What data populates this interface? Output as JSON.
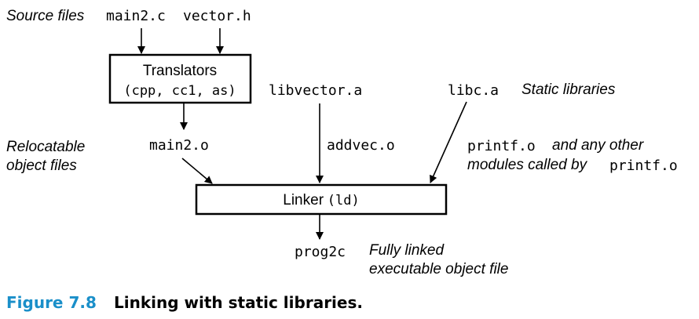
{
  "labels": {
    "source_files": "Source files",
    "relocatable_line1": "Relocatable",
    "relocatable_line2": "object files",
    "static_libraries": "Static libraries",
    "fully_linked_line1": "Fully linked",
    "fully_linked_line2": "executable object file",
    "and_any_other": "and any other",
    "modules_called_by": "modules called by"
  },
  "files": {
    "main2_c": "main2.c",
    "vector_h": "vector.h",
    "main2_o": "main2.o",
    "libvector_a": "libvector.a",
    "addvec_o": "addvec.o",
    "libc_a": "libc.a",
    "printf_o": "printf.o",
    "printf_o_ref": "printf.o",
    "prog2c": "prog2c"
  },
  "boxes": {
    "translators_title": "Translators",
    "translators_tools": "(cpp, cc1, as)",
    "linker_title": "Linker",
    "linker_tool": "(ld)"
  },
  "caption": {
    "figure_number": "Figure 7.8",
    "text": "Linking with static libraries."
  },
  "colors": {
    "caption_blue": "#1a8fc9",
    "stroke": "#000000"
  }
}
